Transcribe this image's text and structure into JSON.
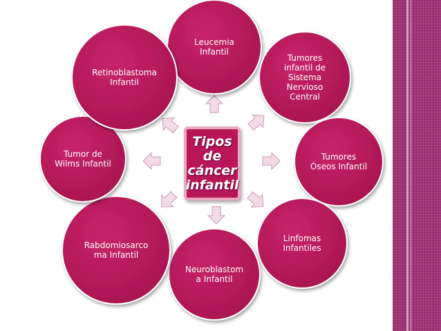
{
  "center": {
    "label": "Tipos\nde\ncáncer\ninfantil"
  },
  "nodes": [
    {
      "id": "leucemia",
      "label": "Leucemia\nInfantil"
    },
    {
      "id": "snc",
      "label": "Tumores\ninfantil de\nSistema\nNervioso\nCentral"
    },
    {
      "id": "oseos",
      "label": "Tumores\nÓseos Infantil"
    },
    {
      "id": "linfomas",
      "label": "Linfomas\nInfantiles"
    },
    {
      "id": "neuroblastoma",
      "label": "Neuroblastom\na Infantil"
    },
    {
      "id": "rabdomiosarcoma",
      "label": "Rabdomiosarco\nma Infantil"
    },
    {
      "id": "wilms",
      "label": "Tumor de\nWilms Infantil"
    },
    {
      "id": "retinoblastoma",
      "label": "Retinoblastoma\nInfantil"
    }
  ],
  "colors": {
    "node_fill": "#b9195a",
    "node_stroke": "#ffffff",
    "center_fill": "#b9195a",
    "center_border": "#e8a9c1",
    "arrow_fill": "#f2dbe6",
    "arrow_stroke": "#c79ab0",
    "side_band": "#9b2d6f"
  }
}
